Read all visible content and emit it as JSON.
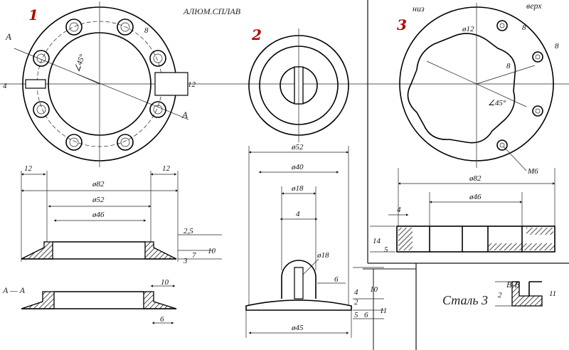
{
  "sheet": {
    "material_top": "АЛЮМ.СПЛАВ",
    "material_bottom": "Сталь 3"
  },
  "part1": {
    "number": "1",
    "section_marker": "A",
    "section_title": "A — A",
    "dims": {
      "angle": "∠45°",
      "bolt": "8",
      "slot_w": "4",
      "slot_h": "12",
      "left_12": "12",
      "right_12": "12",
      "d82": "ø82",
      "d52": "ø52",
      "d46": "ø46",
      "t25": "2,5",
      "h7": "7",
      "h10": "10",
      "h3": "3",
      "sec10": "10",
      "sec6": "6"
    }
  },
  "part2": {
    "number": "2",
    "dims": {
      "d52": "ø52",
      "d40": "ø40",
      "d18": "ø18",
      "w4": "4",
      "r18": "ø18",
      "h6": "6",
      "h10": "10",
      "h11": "11",
      "h4": "4",
      "h2": "2",
      "h5": "5",
      "h6b": "6",
      "d45": "ø45"
    }
  },
  "part3": {
    "number": "3",
    "label_bottom": "низ",
    "label_top": "верх",
    "section_title": "В-В",
    "dims": {
      "d12": "ø12",
      "b8a": "8",
      "b8b": "8",
      "b8c": "8",
      "angle": "∠45°",
      "m6": "M6",
      "d82": "ø82",
      "d46": "ø46",
      "w4": "4",
      "h14": "14",
      "h5": "5",
      "sec_h": "2",
      "sec_11": "11"
    }
  }
}
